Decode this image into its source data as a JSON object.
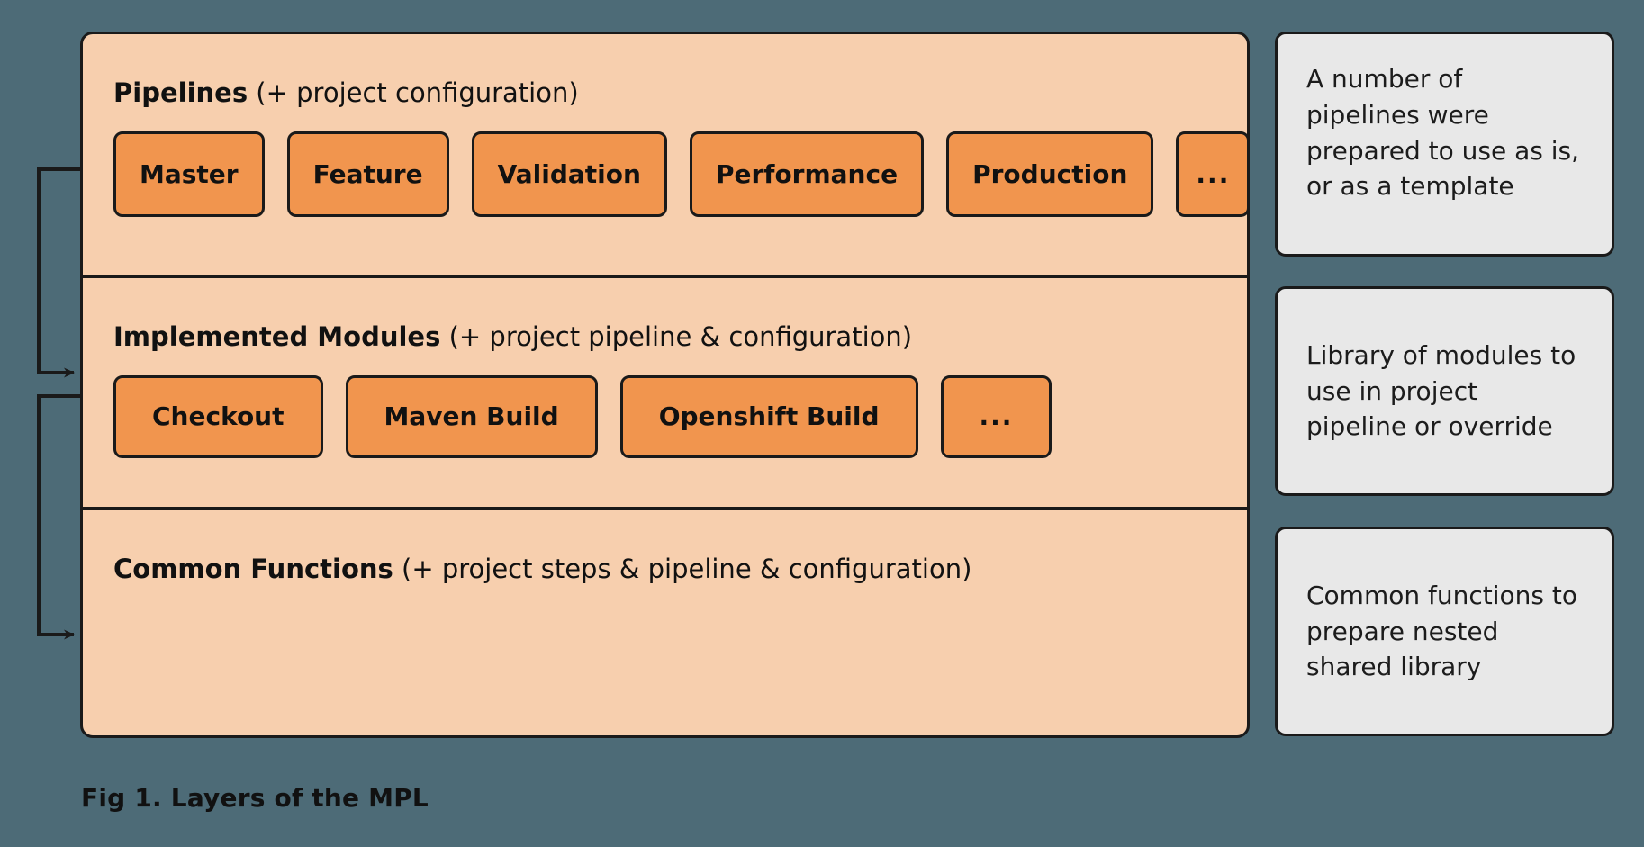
{
  "figure": {
    "caption": "Fig 1. Layers of the MPL",
    "background_color": "#4d6b77",
    "layer_fill": "#f7cfae",
    "chip_fill": "#f1954e",
    "note_fill": "#e8e8e8",
    "stroke_color": "#1a1a1a"
  },
  "layers": [
    {
      "id": "pipelines",
      "title": "Pipelines",
      "subtitle": "(+ project configuration)",
      "items": [
        {
          "label": "Master"
        },
        {
          "label": "Feature"
        },
        {
          "label": "Validation"
        },
        {
          "label": "Performance"
        },
        {
          "label": "Production"
        },
        {
          "label": "..."
        }
      ]
    },
    {
      "id": "modules",
      "title": "Implemented Modules",
      "subtitle": "(+ project pipeline & configuration)",
      "items": [
        {
          "label": "Checkout"
        },
        {
          "label": "Maven Build"
        },
        {
          "label": "Openshift Build"
        },
        {
          "label": "..."
        }
      ]
    },
    {
      "id": "common",
      "title": "Common Functions",
      "subtitle": "(+ project steps & pipeline & configuration)",
      "items": []
    }
  ],
  "notes": [
    {
      "id": "note-pipelines",
      "text": "A number of pipelines were prepared to use as is, or as a template"
    },
    {
      "id": "note-modules",
      "text": "Library of modules to use in project pipeline or override"
    },
    {
      "id": "note-common",
      "text": "Common functions to prepare nested shared library"
    }
  ],
  "connectors": [
    {
      "id": "arrow-pipelines-to-modules",
      "from": "pipelines",
      "to": "modules"
    },
    {
      "id": "arrow-modules-to-common",
      "from": "modules",
      "to": "common"
    }
  ]
}
